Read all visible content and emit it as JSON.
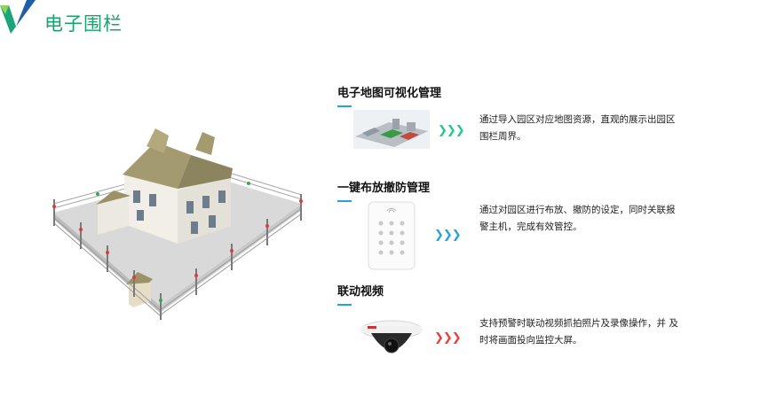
{
  "header": {
    "title": "电子围栏",
    "logo_icon": "brand-logo-icon",
    "brand_color": "#17a36e"
  },
  "hero": {
    "icon": "fenced-villa-illustration"
  },
  "sections": [
    {
      "title": "电子地图可视化管理",
      "thumb_icon": "campus-map-thumbnail",
      "arrows": "❯❯❯",
      "arrow_color": "#1ec98c",
      "desc": "通过导入园区对应地图资源，直观的展示出园区围栏周界。"
    },
    {
      "title": "一键布放撤防管理",
      "thumb_icon": "keypad-device-thumbnail",
      "arrows": "❯❯❯",
      "arrow_color": "#22a3e0",
      "desc": "通过对园区进行布放、撤防的设定，同时关联报警主机，完成有效管控。"
    },
    {
      "title": "联动视频",
      "thumb_icon": "dome-camera-thumbnail",
      "arrows": "❯❯❯",
      "arrow_color": "#ee3b3b",
      "desc": "支持预警时联动视频抓拍照片及录像操作，并 及时将画面投向监控大屏。"
    }
  ]
}
